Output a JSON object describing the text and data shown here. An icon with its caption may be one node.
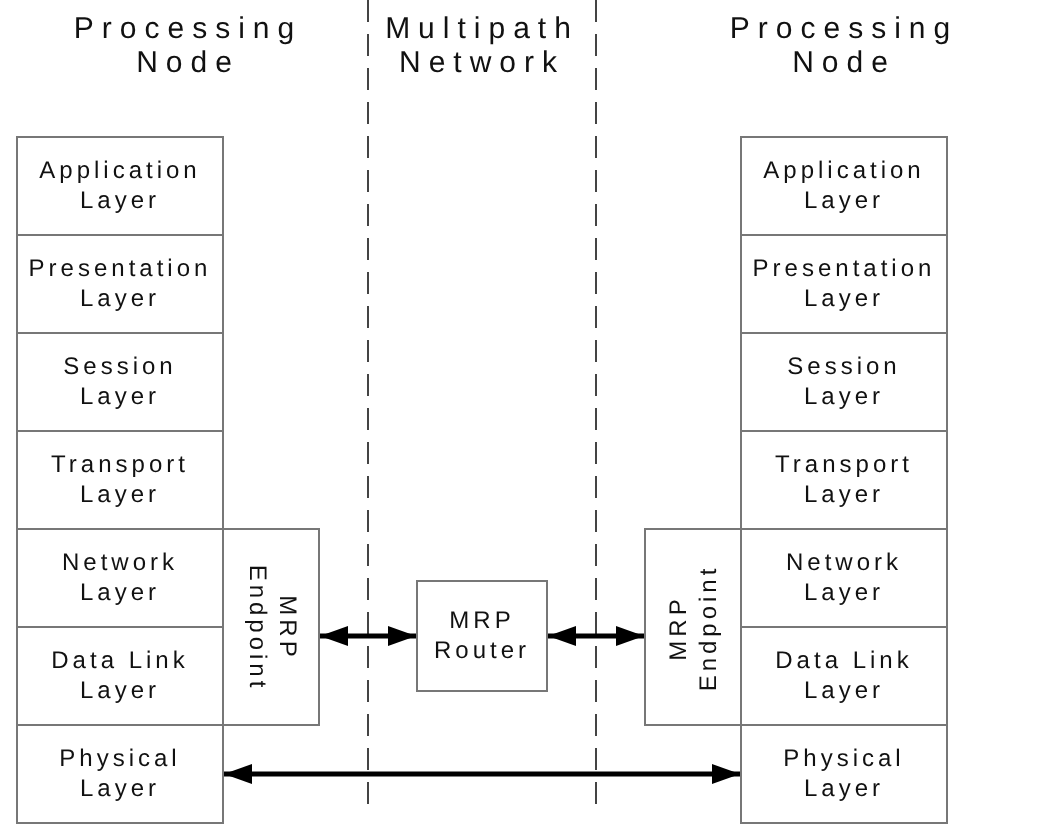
{
  "diagram": {
    "nodes": [
      {
        "text": [
          "Application Layer"
        ]
      },
      {
        "text": [
          "Presentation Layer"
        ]
      },
      {
        "text": [
          "Session Layer"
        ]
      },
      {
        "text": [
          "Transport Layer"
        ]
      },
      {
        "text": [
          "Network Layer"
        ]
      },
      {
        "text": [
          "Data Link Layer"
        ]
      },
      {
        "text": [
          "Physical Layer"
        ]
      },
      {
        "text": [
          "MRP Endpoint"
        ]
      },
      {
        "text": [
          "MRP Router"
        ]
      },
      {
        "text": [
          "MRP Endpoint"
        ]
      },
      {
        "text": [
          "Application Layer"
        ]
      },
      {
        "text": [
          "Presentation Layer"
        ]
      },
      {
        "text": [
          "Session Layer"
        ]
      },
      {
        "text": [
          "Transport Layer"
        ]
      },
      {
        "text": [
          "Network Layer"
        ]
      },
      {
        "text": [
          "Data Link Layer"
        ]
      },
      {
        "text": [
          "Physical Layer"
        ]
      }
    ],
    "edges": [
      {
        "from": 7,
        "to": 8,
        "arrow": "both"
      },
      {
        "from": 8,
        "to": 9,
        "arrow": "both"
      },
      {
        "from": 6,
        "to": 16,
        "arrow": "both"
      }
    ],
    "labels": [
      "Processing Node",
      "Multipath Network",
      "Processing Node"
    ]
  }
}
